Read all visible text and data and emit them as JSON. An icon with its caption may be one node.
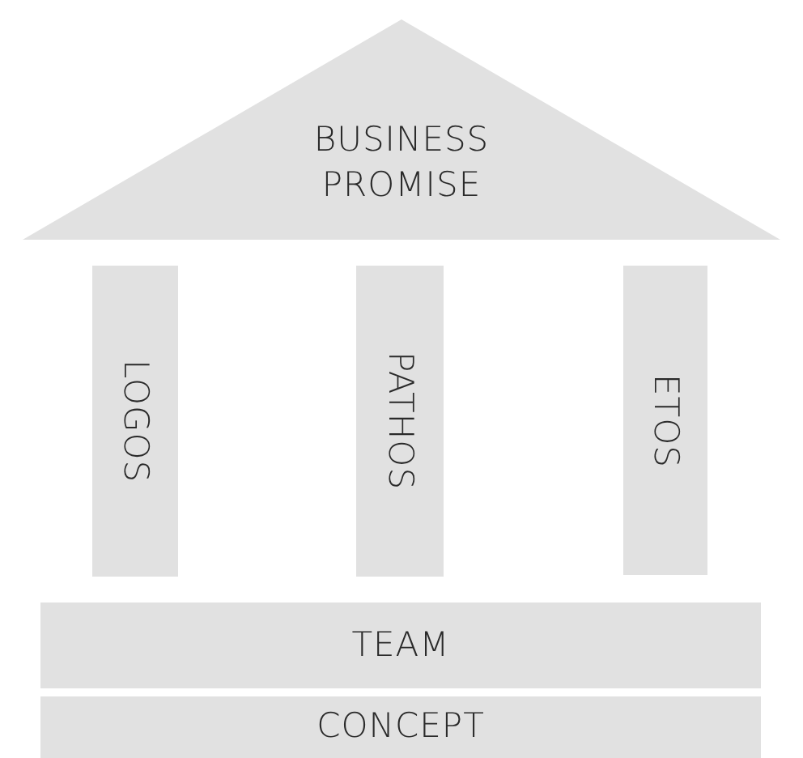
{
  "diagram": {
    "nodes": [
      {
        "text": [
          "BUSINESS PROMISE"
        ]
      },
      {
        "text": [
          "LOGOS"
        ]
      },
      {
        "text": [
          "PATHOS"
        ]
      },
      {
        "text": [
          "ETOS"
        ]
      },
      {
        "text": [
          "TEAM"
        ]
      },
      {
        "text": [
          "CONCEPT"
        ]
      }
    ]
  }
}
